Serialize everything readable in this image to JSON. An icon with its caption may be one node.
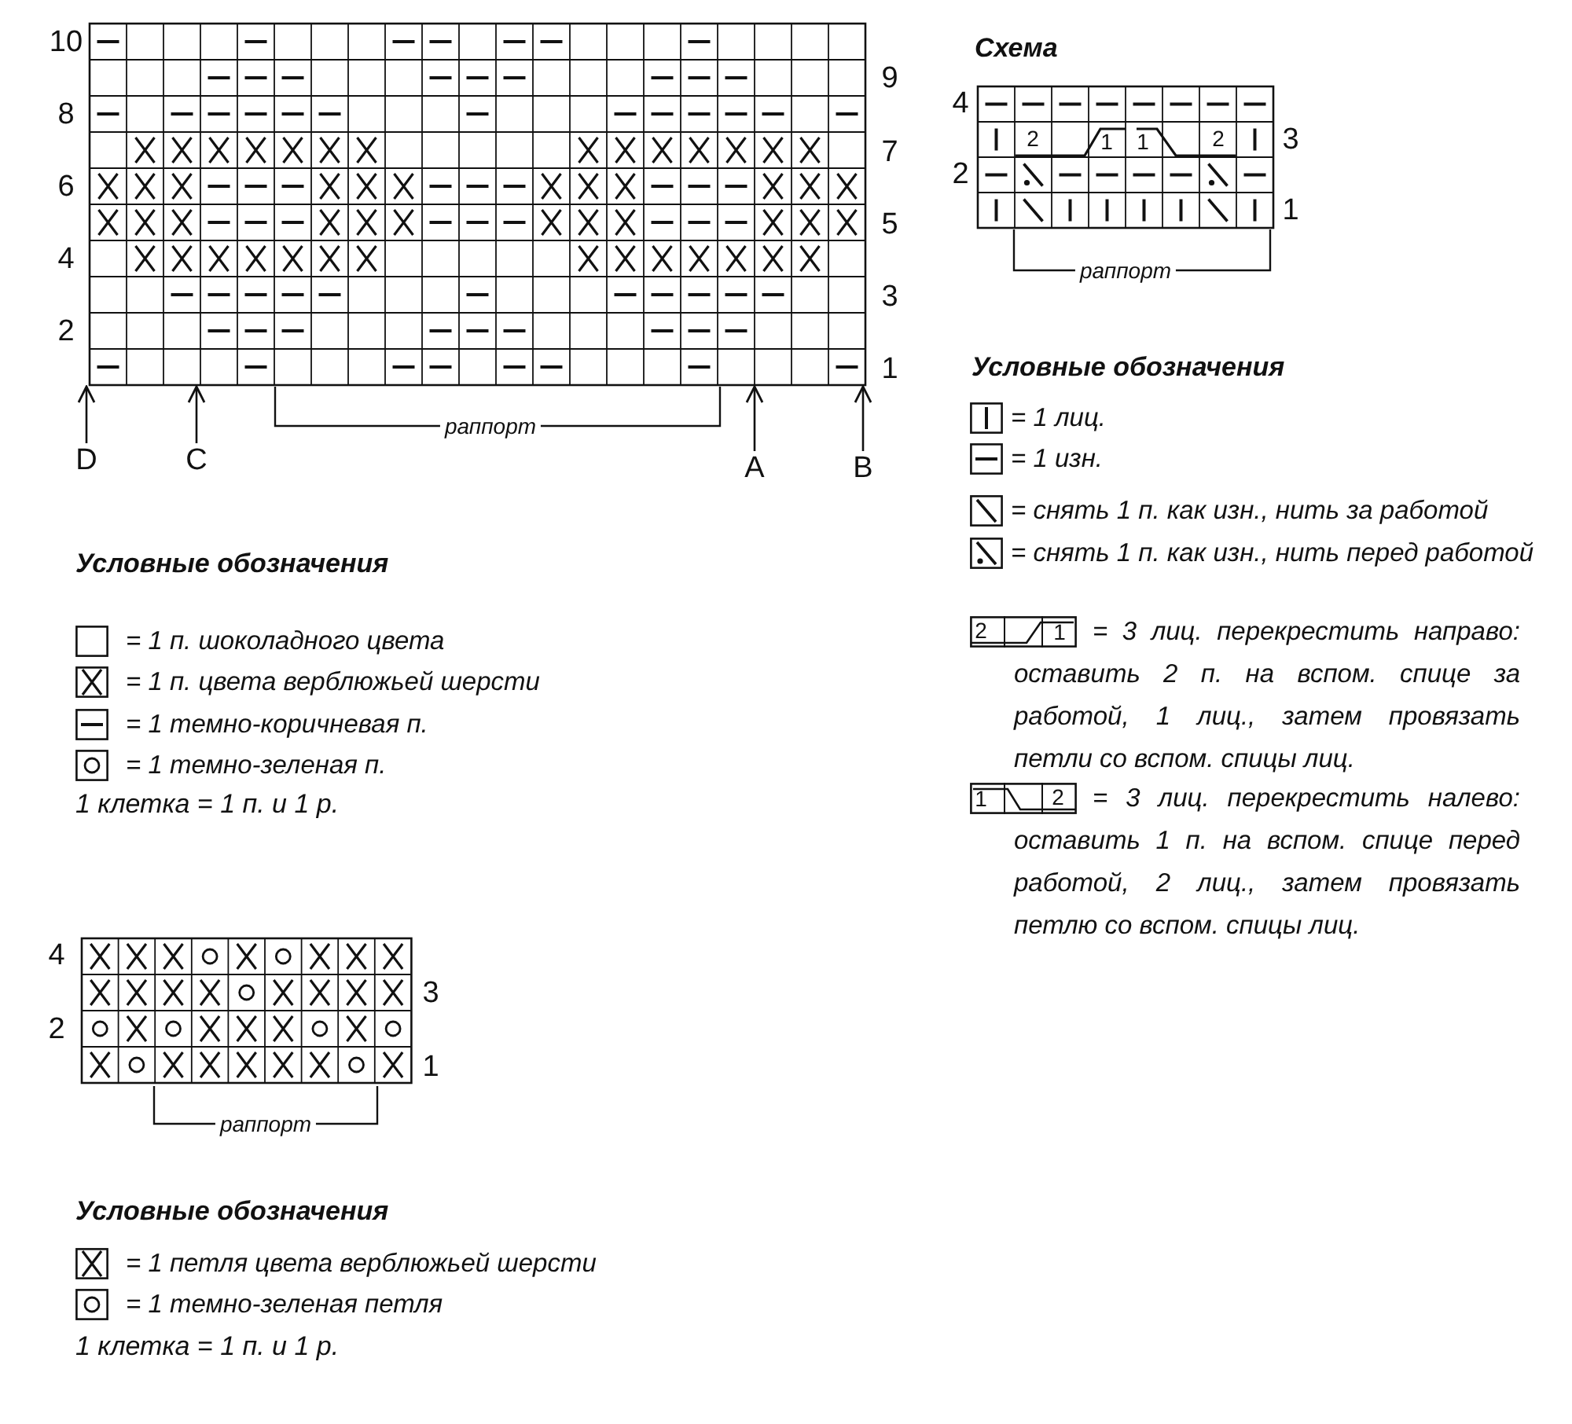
{
  "diagram": {
    "nodes": [
      {
        "text": [
          "D"
        ]
      },
      {
        "text": [
          "C"
        ]
      },
      {
        "text": [
          "A"
        ]
      },
      {
        "text": [
          "B"
        ]
      },
      {
        "text": [],
        "shape": "grid"
      }
    ],
    "edges": [
      {
        "from": 0,
        "to": 4,
        "arrow": "to"
      },
      {
        "from": 1,
        "to": 4,
        "arrow": "to"
      },
      {
        "from": 2,
        "to": 4,
        "arrow": "to"
      },
      {
        "from": 3,
        "to": 4,
        "arrow": "to"
      }
    ],
    "labels": [
      "10",
      "9",
      "8",
      "7",
      "6",
      "5",
      "4",
      "3",
      "2",
      "1",
      "раппорт",
      "Условные обозначения",
      "1 клетка = 1 п. и 1 р.",
      "4",
      "3",
      "2",
      "1",
      "раппорт",
      "Условные обозначения",
      "1 клетка = 1 п. и 1 р.",
      "Схема",
      "4",
      "3",
      "2",
      "1",
      "2",
      "1",
      "1",
      "2",
      "раппорт",
      "Условные обозначения",
      "2",
      "1",
      "1",
      "2"
    ],
    "legend": [
      {
        "text": "= 1 п. шоколадного цвета"
      },
      {
        "text": "= 1 п. цвета верблюжьей шерсти"
      },
      {
        "text": "= 1 темно-коричневая п."
      },
      {
        "text": "= 1 темно-зеленая п."
      },
      {
        "text": "= 1 лиц."
      },
      {
        "text": "= 1 изн."
      },
      {
        "text": "= снять 1 п. как изн., нить за работой"
      },
      {
        "text": "= снять 1 п. как изн., нить перед работой"
      },
      {
        "text": "= 3 лиц. перекрестить направо: оставить 2 п. на вспом. спице за работой, 1 лиц., затем провязать петли со вспом. спицы лиц."
      },
      {
        "text": "= 3 лиц. перекрестить налево: оставить 1 п. на вспом. спице перед работой, 2 лиц., затем провязать петлю со вспом. спицы лиц."
      },
      {
        "text": "= 1 петля цвета верблюжьей шерсти"
      },
      {
        "text": "= 1 темно-зеленая петля"
      }
    ]
  }
}
